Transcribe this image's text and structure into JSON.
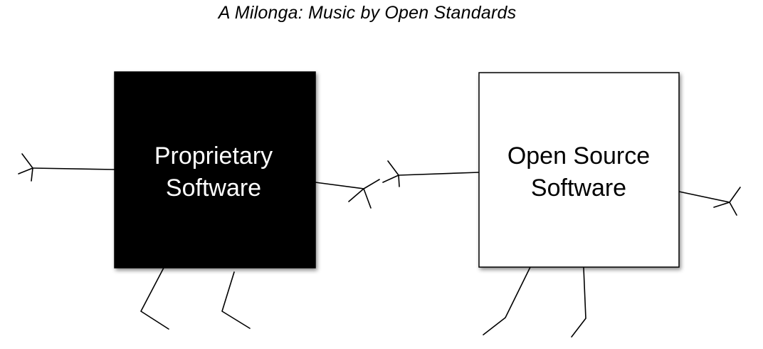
{
  "title": "A Milonga: Music by Open Standards",
  "figures": {
    "proprietary": {
      "label_line_1": "Proprietary",
      "label_line_2": "Software",
      "fill_color": "#000000",
      "text_color": "#ffffff"
    },
    "open_source": {
      "label_line_1": "Open Source",
      "label_line_2": "Software",
      "fill_color": "#ffffff",
      "text_color": "#000000"
    }
  }
}
